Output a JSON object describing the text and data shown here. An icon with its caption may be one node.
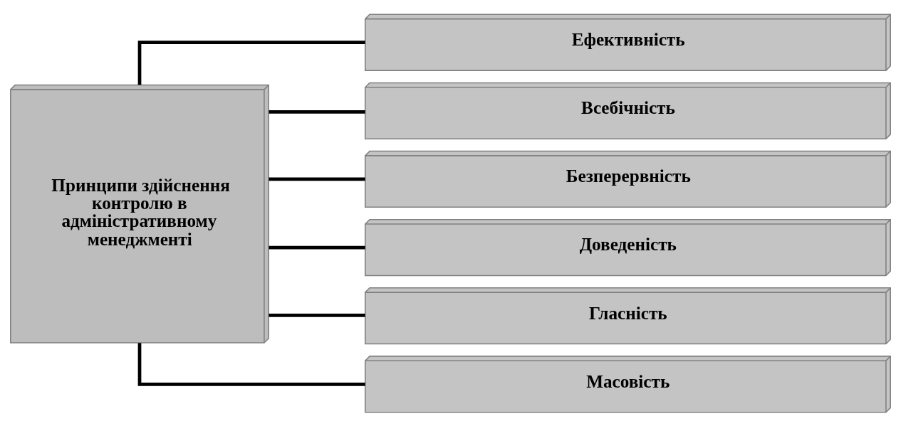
{
  "diagram": {
    "nodes": [
      {
        "text": [
          "Принципи здійснення контролю в адміністративному менеджменті"
        ]
      },
      {
        "text": [
          "Ефективність"
        ]
      },
      {
        "text": [
          "Всебічність"
        ]
      },
      {
        "text": [
          "Безперервність"
        ]
      },
      {
        "text": [
          "Доведеність"
        ]
      },
      {
        "text": [
          "Гласність"
        ]
      },
      {
        "text": [
          "Масовість"
        ]
      }
    ],
    "edges": [
      {
        "from": 0,
        "to": 1,
        "arrow": "none"
      },
      {
        "from": 0,
        "to": 2,
        "arrow": "none"
      },
      {
        "from": 0,
        "to": 3,
        "arrow": "none"
      },
      {
        "from": 0,
        "to": 4,
        "arrow": "none"
      },
      {
        "from": 0,
        "to": 5,
        "arrow": "none"
      },
      {
        "from": 0,
        "to": 6,
        "arrow": "none"
      }
    ]
  }
}
